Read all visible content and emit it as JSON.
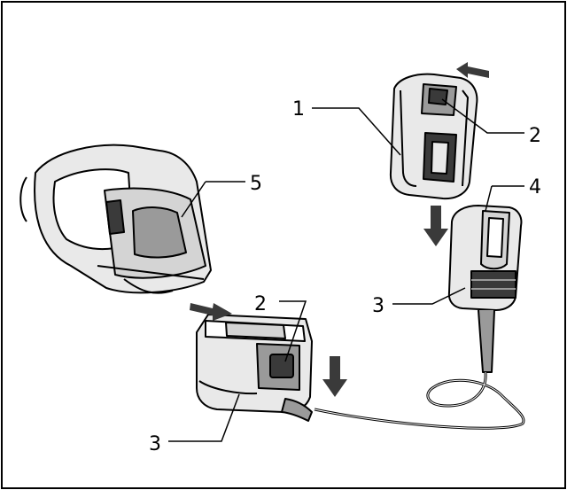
{
  "callouts": [
    {
      "id": "battery",
      "label": "1"
    },
    {
      "id": "battery-button",
      "label": "2"
    },
    {
      "id": "adapter-button",
      "label": "2"
    },
    {
      "id": "adapter",
      "label": "3"
    },
    {
      "id": "adapter-body",
      "label": "3"
    },
    {
      "id": "adapter-slot",
      "label": "4"
    },
    {
      "id": "tool",
      "label": "5"
    }
  ],
  "colors": {
    "ink": "#000000",
    "body": "#e9e9e9",
    "shadow": "#9a9a9a",
    "dark": "#3a3a3a"
  }
}
